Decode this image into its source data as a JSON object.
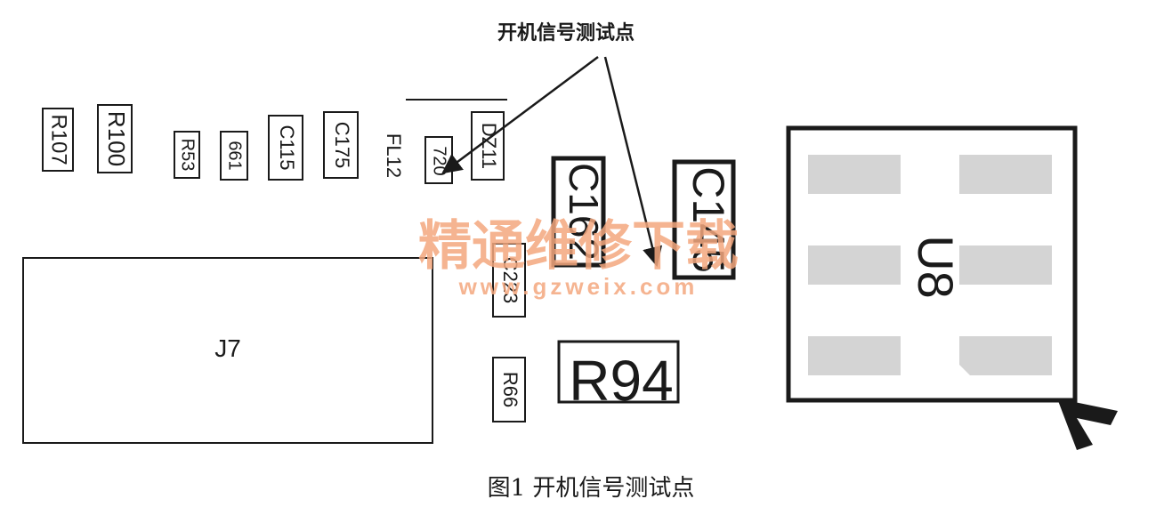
{
  "annotation": {
    "text": "开机信号测试点"
  },
  "caption": {
    "text": "图1  开机信号测试点"
  },
  "watermark": {
    "line1": "精通维修下载",
    "line2": "www.gzweix.com"
  },
  "colors": {
    "ink": "#1a1a1a",
    "pad": "#d4d4d4",
    "watermark": "#f4a77e"
  },
  "components": {
    "R107": "R107",
    "R100": "R100",
    "R53": "R53",
    "C61": "661",
    "C115": "C115",
    "C175": "C175",
    "FL12": "FL12",
    "TP": "720",
    "DZ11": "DZ11",
    "C162": "C162",
    "C145": "C145",
    "U8": "U8",
    "J7": "J7",
    "C223": "C223",
    "R66": "R66",
    "R94": "R94"
  }
}
